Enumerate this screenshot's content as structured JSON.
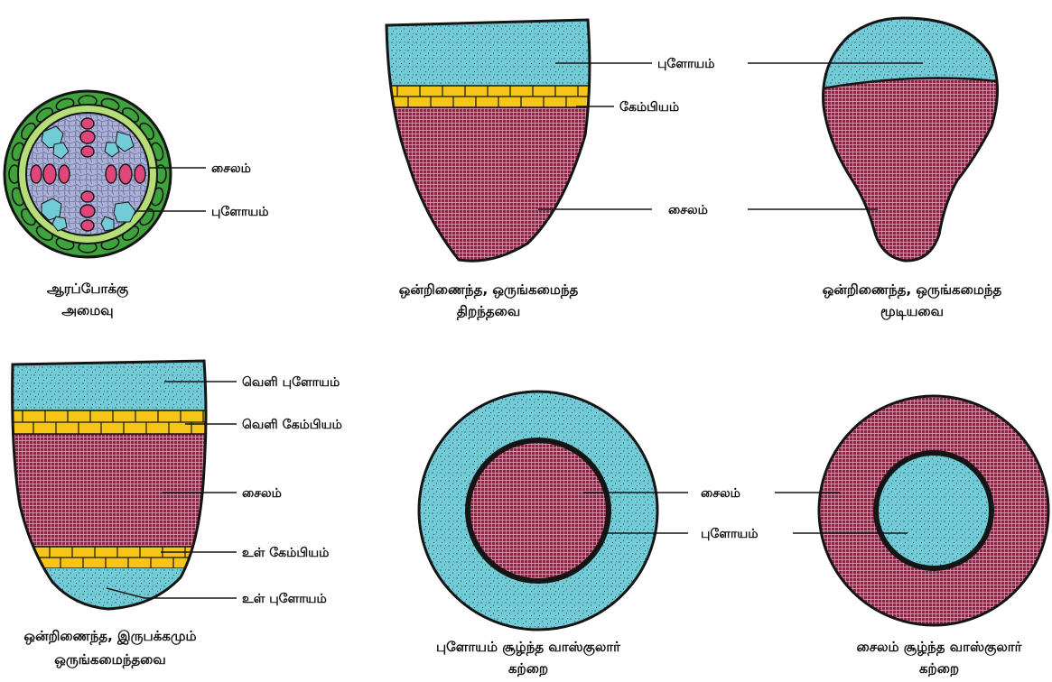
{
  "colors": {
    "phloem": "#72CCD8",
    "xylem": "#8E2547",
    "cambium": "#F5C518",
    "cortex": "#3FA33B",
    "endodermis": "#B5DD78",
    "pith": "#AAB0D6",
    "outline": "#151515"
  },
  "radial": {
    "labels": {
      "xylem": "சைலம்",
      "phloem": "புளோயம்"
    },
    "caption": [
      "ஆரப்போக்கு",
      "அமைவு"
    ]
  },
  "conjoint_open": {
    "labels": {
      "phloem": "புளோயம்",
      "cambium": "கேம்பியம்",
      "xylem": "சைலம்"
    },
    "caption": [
      "ஒன்றிணைந்த, ஒருங்கமைந்த",
      "திறந்தவை"
    ]
  },
  "conjoint_closed": {
    "caption": [
      "ஒன்றிணைந்த, ஒருங்கமைந்த",
      "மூடியவை"
    ]
  },
  "bicollateral": {
    "labels": {
      "outer_phloem": "வெளி புளோயம்",
      "outer_cambium": "வெளி கேம்பியம்",
      "xylem": "சைலம்",
      "inner_cambium": "உள் கேம்பியம்",
      "inner_phloem": "உள் புளோயம்"
    },
    "caption": [
      "ஒன்றிணைந்த, இருபக்கமும்",
      "ஒருங்கமைந்தவை"
    ]
  },
  "amphicribral": {
    "labels": {
      "xylem": "சைலம்",
      "phloem": "புளோயம்"
    },
    "caption": [
      "புளோயம் சூழ்ந்த வாஸ்குலார்",
      "கற்றை"
    ]
  },
  "amphivasal": {
    "caption": [
      "சைலம் சூழ்ந்த வாஸ்குலார்",
      "கற்றை"
    ]
  }
}
